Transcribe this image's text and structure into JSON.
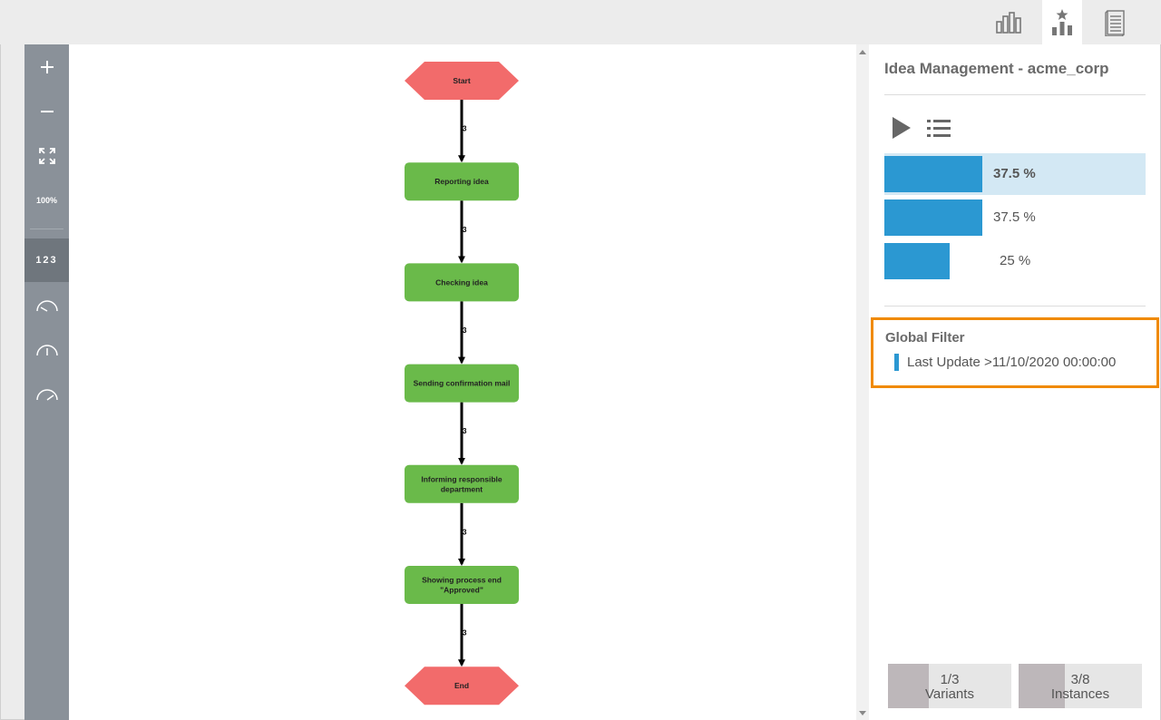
{
  "header": {
    "tabs": [
      {
        "icon": "bar-chart-icon",
        "active": false
      },
      {
        "icon": "favorite-chart-icon",
        "active": true
      },
      {
        "icon": "document-icon",
        "active": false
      }
    ]
  },
  "toolbar": {
    "zoom_in_icon": "plus-icon",
    "zoom_out_icon": "minus-icon",
    "fit_icon": "fit-screen-icon",
    "zoom_level": "100%",
    "numbers_label": "123",
    "speed_icons": [
      "gauge-slow-icon",
      "gauge-medium-icon",
      "gauge-fast-icon"
    ]
  },
  "process": {
    "nodes": [
      {
        "label": "Start",
        "type": "start"
      },
      {
        "label": "Reporting idea",
        "type": "activity"
      },
      {
        "label": "Checking idea",
        "type": "activity"
      },
      {
        "label": "Sending confirmation mail",
        "type": "activity"
      },
      {
        "label": "Informing responsible department",
        "type": "activity"
      },
      {
        "label": "Showing process end \"Approved\"",
        "type": "activity"
      },
      {
        "label": "End",
        "type": "end"
      }
    ],
    "edges": [
      {
        "count": "3"
      },
      {
        "count": "3"
      },
      {
        "count": "3"
      },
      {
        "count": "3"
      },
      {
        "count": "3"
      },
      {
        "count": "3"
      }
    ],
    "colors": {
      "start_end": "#f26b6b",
      "activity": "#6aba4a",
      "edge": "#000000"
    }
  },
  "panel": {
    "title": "Idea Management - acme_corp",
    "play_icon": "play-icon",
    "list_icon": "list-icon",
    "variants": [
      {
        "label": "37.5 %",
        "share": 0.375,
        "selected": true
      },
      {
        "label": "37.5 %",
        "share": 0.375,
        "selected": false
      },
      {
        "label": "25 %",
        "share": 0.25,
        "selected": false
      }
    ],
    "global_filter": {
      "title": "Global Filter",
      "conditions": [
        "Last Update >11/10/2020 00:00:00"
      ]
    },
    "stats": [
      {
        "value": "1/3",
        "label": "Variants",
        "ratio": 0.3333
      },
      {
        "value": "3/8",
        "label": "Instances",
        "ratio": 0.375
      }
    ]
  },
  "colors": {
    "accent": "#2b98d2",
    "highlight": "#f08a00",
    "selected_row": "#d3e8f4"
  }
}
